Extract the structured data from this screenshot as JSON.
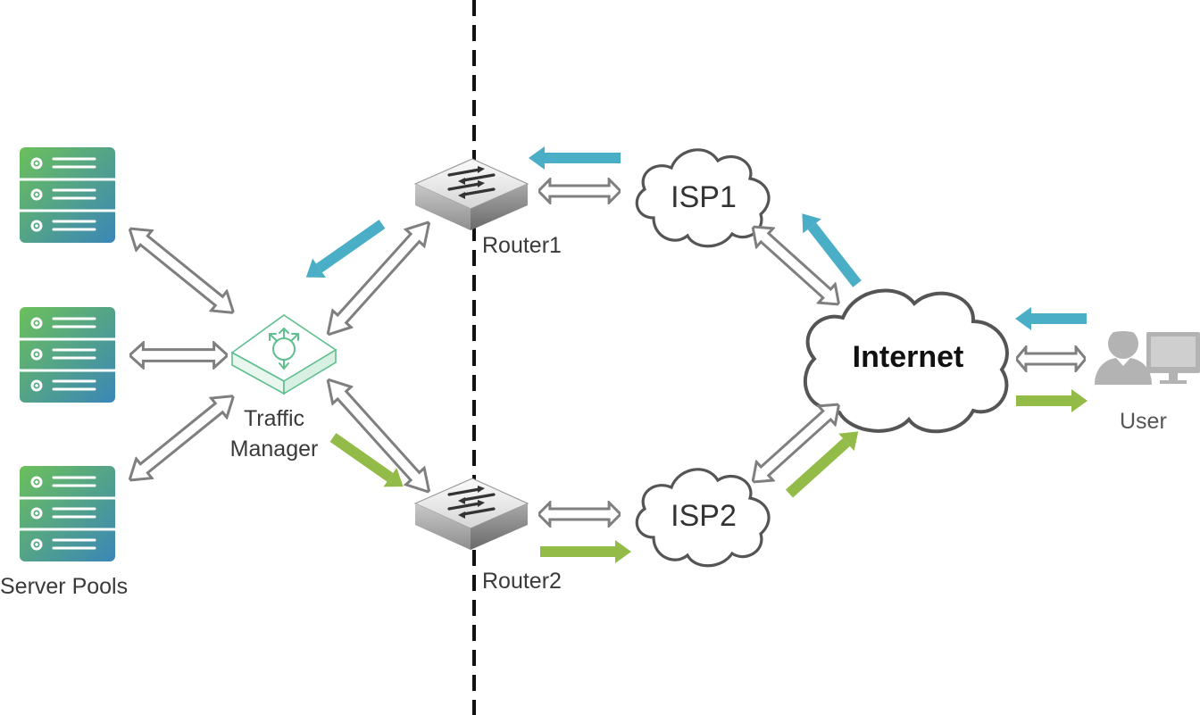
{
  "labels": {
    "server_pools": "Server Pools",
    "traffic_manager_line1": "Traffic",
    "traffic_manager_line2": "Manager",
    "router1": "Router1",
    "router2": "Router2",
    "isp1": "ISP1",
    "isp2": "ISP2",
    "internet": "Internet",
    "user": "User"
  },
  "colors": {
    "blue_flow": "#4aafc6",
    "green_flow": "#92bb48",
    "double_arrow_stroke": "#7f7f7f",
    "cloud_stroke": "#555555",
    "divider": "#111111",
    "server_gradient_start": "#6cc05a",
    "server_gradient_end": "#3a86b8",
    "traffic_manager": "#5fbf8f",
    "user_icon": "#b3b3b3"
  },
  "icons": {
    "server": "server-rack-icon",
    "router": "router-switch-icon",
    "traffic_manager": "load-balancer-icon",
    "cloud": "cloud-icon",
    "user": "person-icon",
    "monitor": "monitor-icon"
  }
}
